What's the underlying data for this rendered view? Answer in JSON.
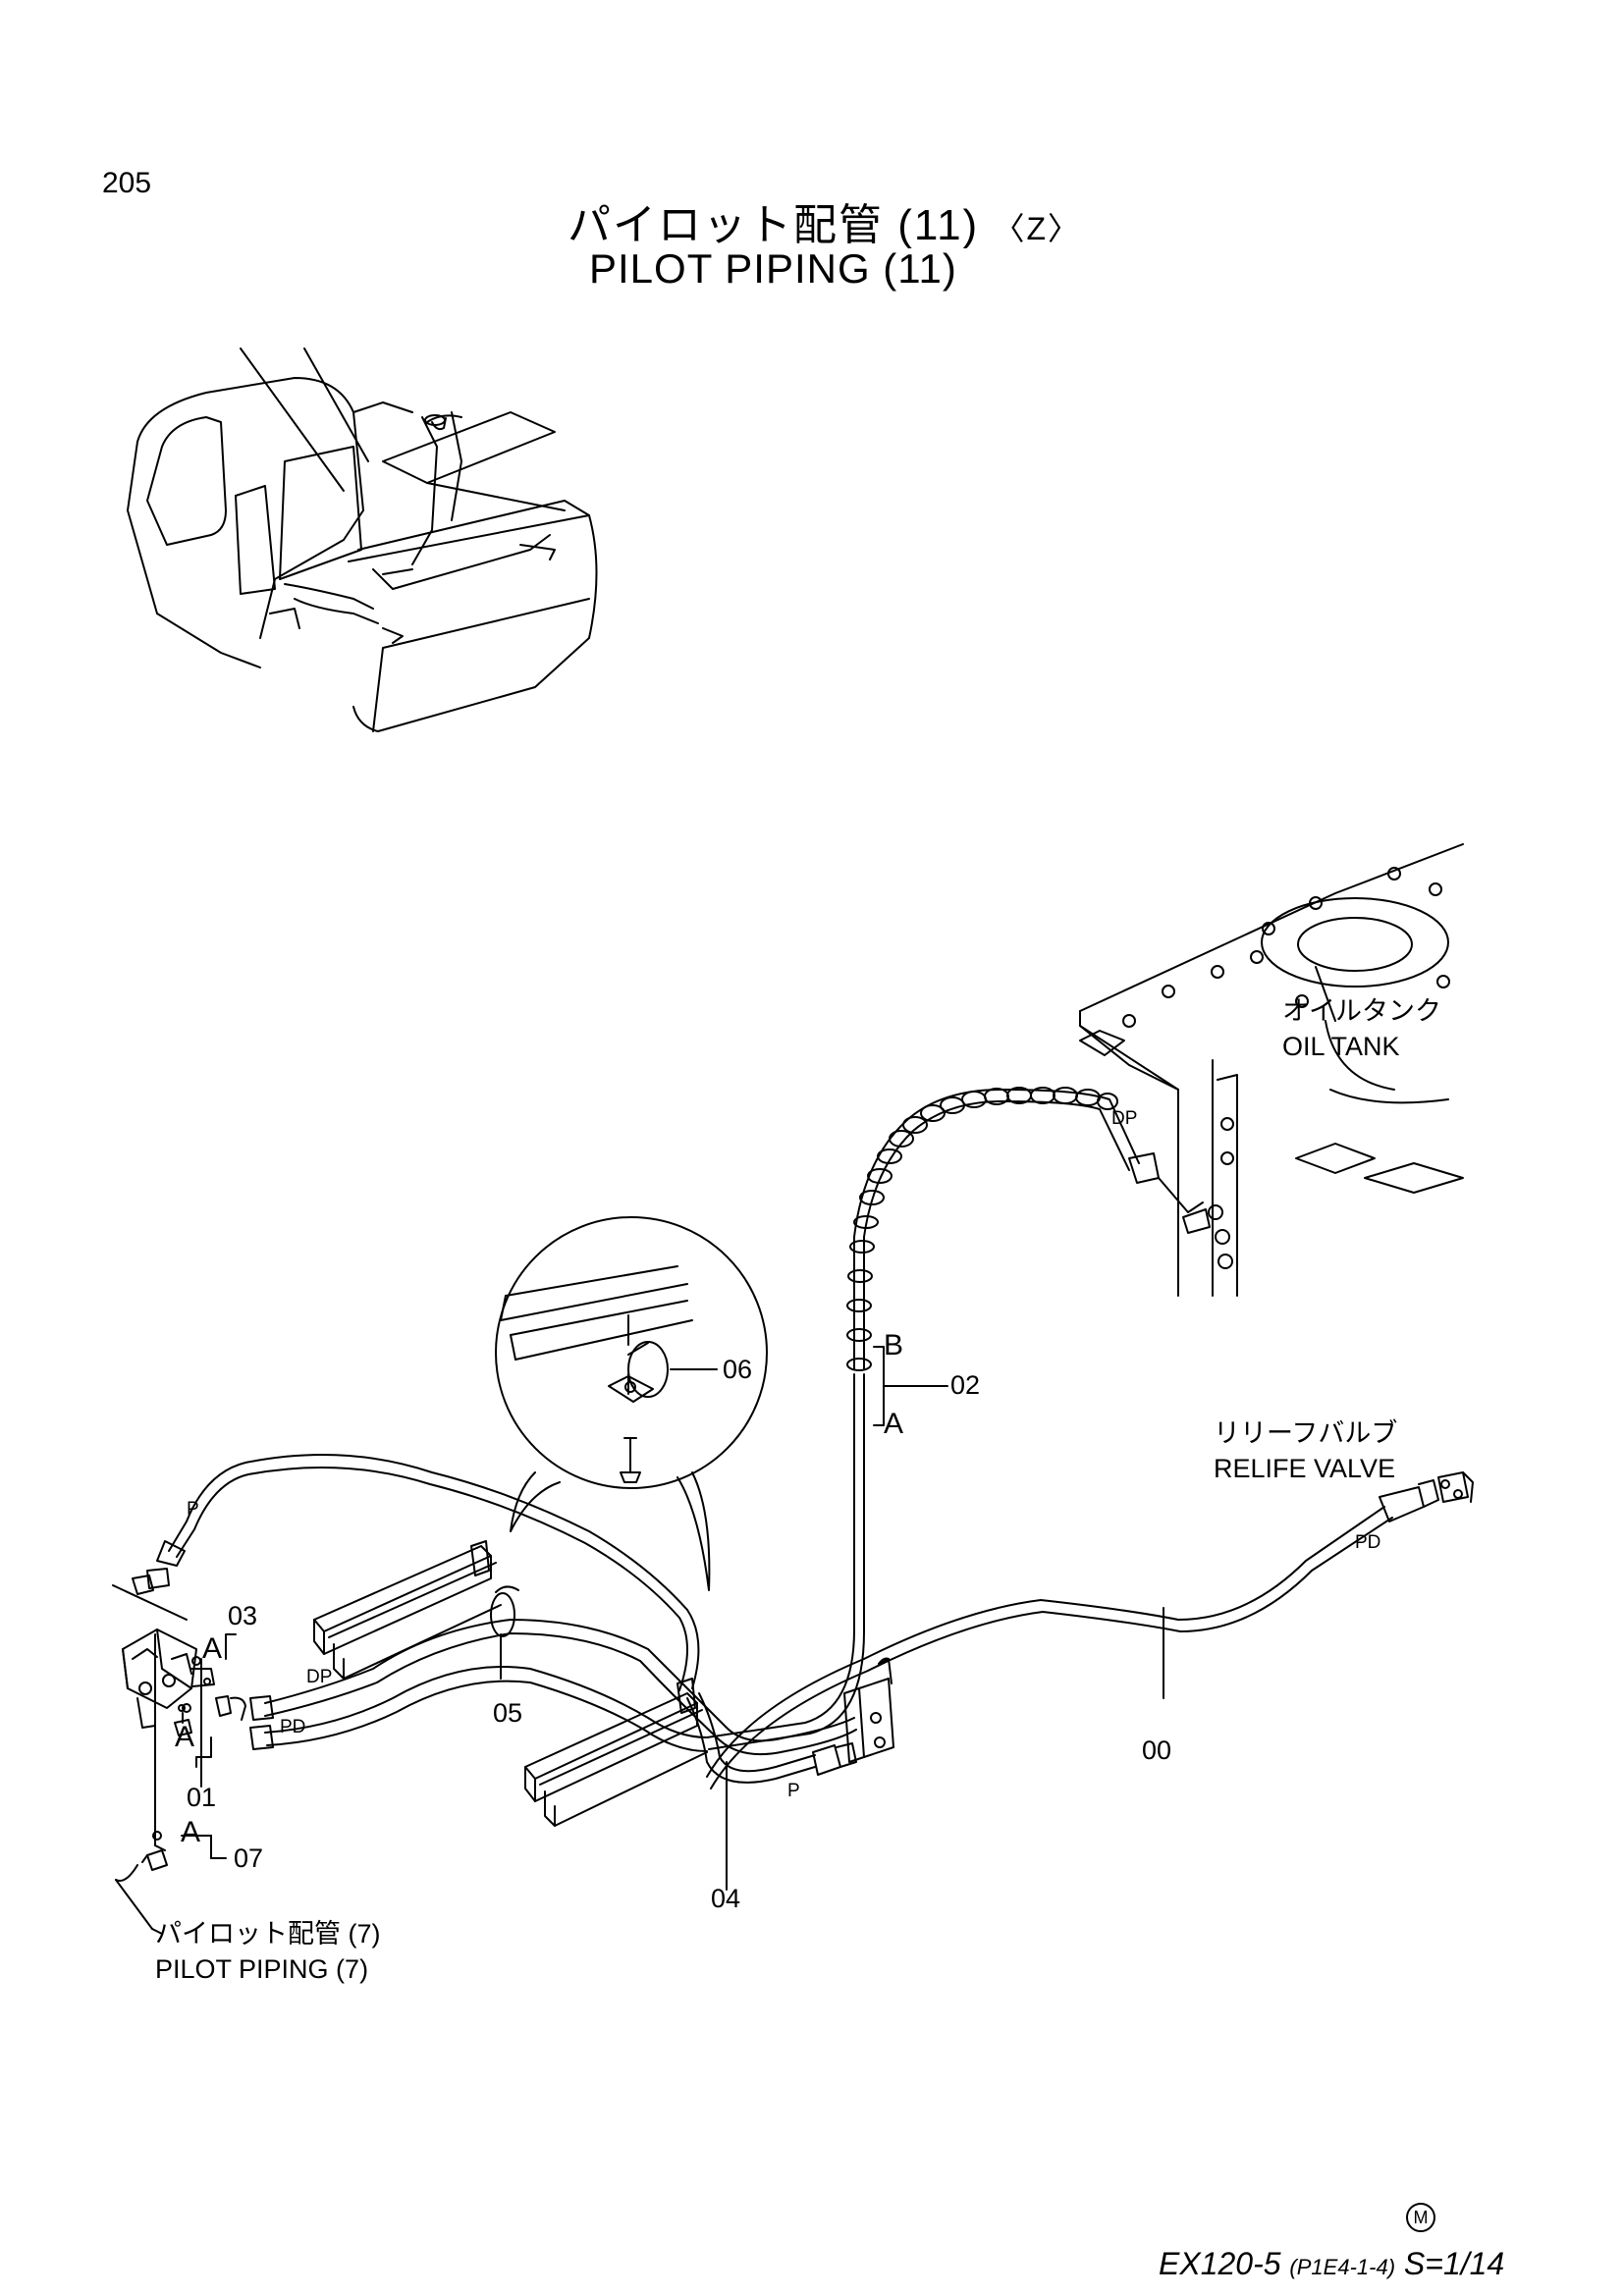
{
  "page_number": "205",
  "title": {
    "jp": "パイロット配管 (11)",
    "variant": "〈Z〉",
    "en": "PILOT PIPING (11)"
  },
  "components": {
    "oil_tank": {
      "jp": "オイルタンク",
      "en": "OIL TANK"
    },
    "relief_valve": {
      "jp": "リリーフバルブ",
      "en": "RELIFE VALVE"
    },
    "pilot_piping_ref": {
      "jp": "パイロット配管 (7)",
      "en": "PILOT PIPING (7)"
    }
  },
  "part_numbers": [
    "00",
    "01",
    "02",
    "03",
    "04",
    "05",
    "06",
    "07"
  ],
  "port_labels": {
    "dp_tank": "DP",
    "pd_valve": "PD",
    "p_left": "P",
    "dp_left": "DP",
    "pd_left": "PD",
    "p_bottom": "P"
  },
  "callout_letters": {
    "a": "A",
    "b": "B"
  },
  "footer": {
    "model": "EX120-5",
    "code": "(P1E4-1-4)",
    "scale": "S=1/14",
    "mark": "M"
  }
}
